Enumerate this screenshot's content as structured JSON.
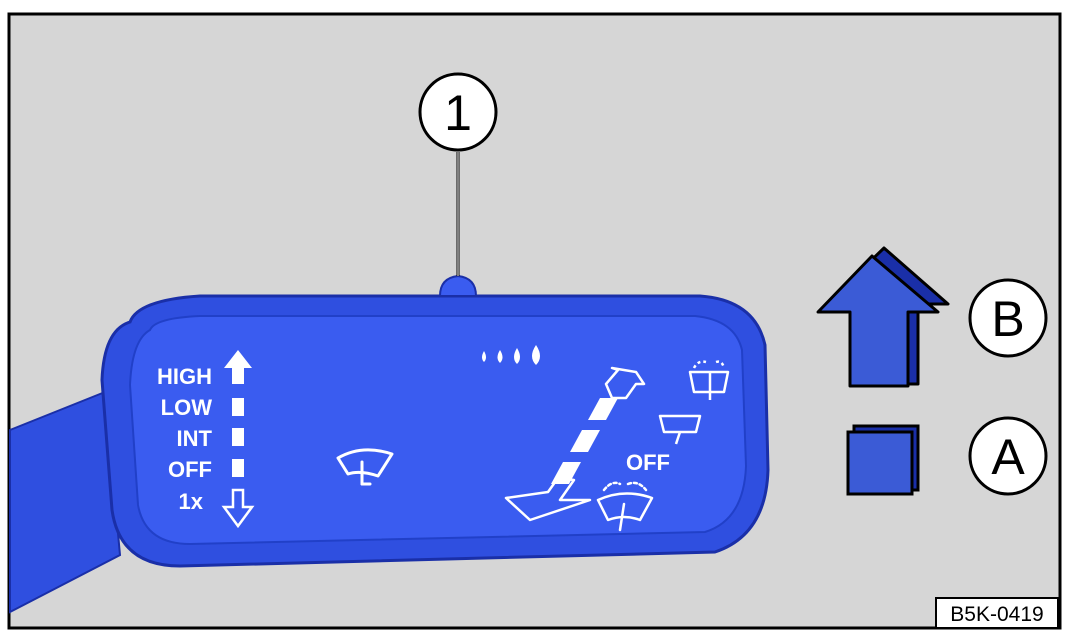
{
  "figure": {
    "code": "B5K-0419",
    "colors": {
      "background": "#d6d6d6",
      "stalk": "#2f4fe0",
      "stalk_dark": "#1a2fa8",
      "arrow_fill": "#3b5bd6",
      "frame": "#000000",
      "label": "#ffffff"
    }
  },
  "callouts": {
    "one": "1",
    "b": "B",
    "a": "A"
  },
  "stalk_labels": {
    "high": "HIGH",
    "low": "LOW",
    "int": "INT",
    "off": "OFF",
    "once": "1x",
    "rear_off": "OFF"
  },
  "icons": {
    "up_arrow": "arrow-up-icon",
    "down_arrow": "arrow-down-outline-icon",
    "front_wiper": "front-wiper-icon",
    "rain_drops": "rain-drops-icon",
    "rear_wiper": "rear-wiper-icon",
    "rear_washer": "rear-washer-icon",
    "rear_wiper_wash": "rear-wiper-washer-icon",
    "button_b": "push-up-arrow-icon",
    "button_a": "square-button-icon"
  }
}
